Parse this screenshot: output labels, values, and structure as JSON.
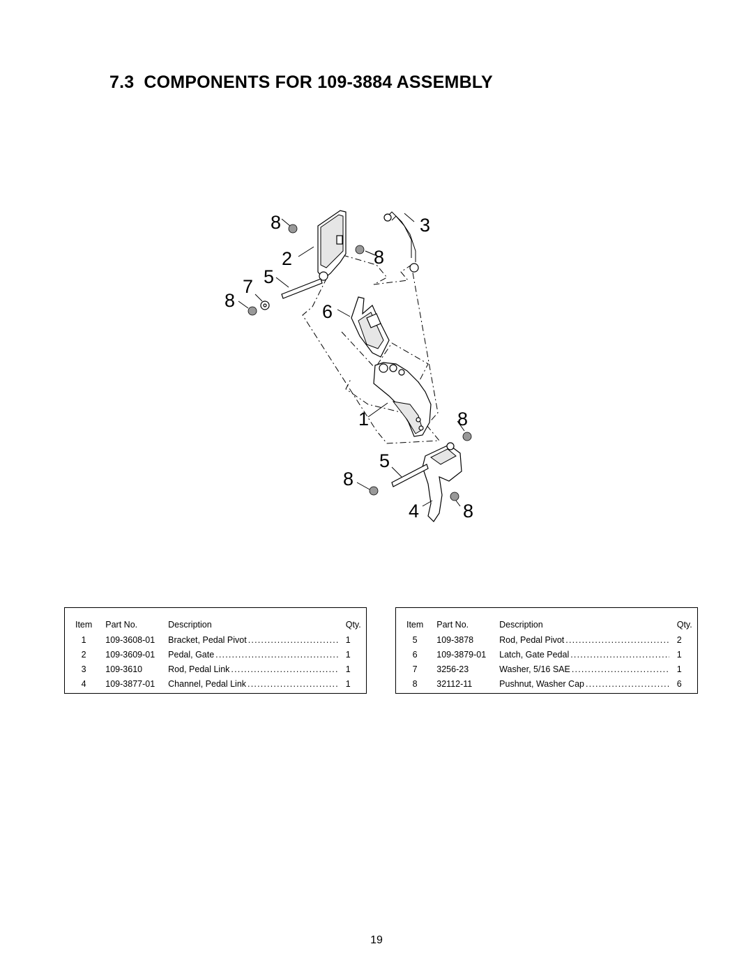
{
  "section": {
    "number": "7.3",
    "title": "COMPONENTS FOR 109-3884 ASSEMBLY"
  },
  "diagram": {
    "callouts": [
      "8",
      "3",
      "2",
      "8",
      "5",
      "7",
      "8",
      "6",
      "1",
      "8",
      "5",
      "8",
      "4",
      "8"
    ]
  },
  "table_headers": {
    "item": "Item",
    "part_no": "Part No.",
    "description": "Description",
    "qty": "Qty."
  },
  "parts_left": [
    {
      "item": "1",
      "part_no": "109-3608-01",
      "description": "Bracket, Pedal Pivot",
      "qty": "1"
    },
    {
      "item": "2",
      "part_no": "109-3609-01",
      "description": "Pedal, Gate",
      "qty": "1"
    },
    {
      "item": "3",
      "part_no": "109-3610",
      "description": "Rod, Pedal Link",
      "qty": "1"
    },
    {
      "item": "4",
      "part_no": "109-3877-01",
      "description": "Channel, Pedal Link",
      "qty": "1"
    }
  ],
  "parts_right": [
    {
      "item": "5",
      "part_no": "109-3878",
      "description": "Rod, Pedal Pivot",
      "qty": "2"
    },
    {
      "item": "6",
      "part_no": "109-3879-01",
      "description": "Latch, Gate Pedal",
      "qty": "1"
    },
    {
      "item": "7",
      "part_no": "3256-23",
      "description": "Washer, 5/16 SAE",
      "qty": "1"
    },
    {
      "item": "8",
      "part_no": "32112-11",
      "description": "Pushnut, Washer Cap",
      "qty": "6"
    }
  ],
  "page_number": "19"
}
